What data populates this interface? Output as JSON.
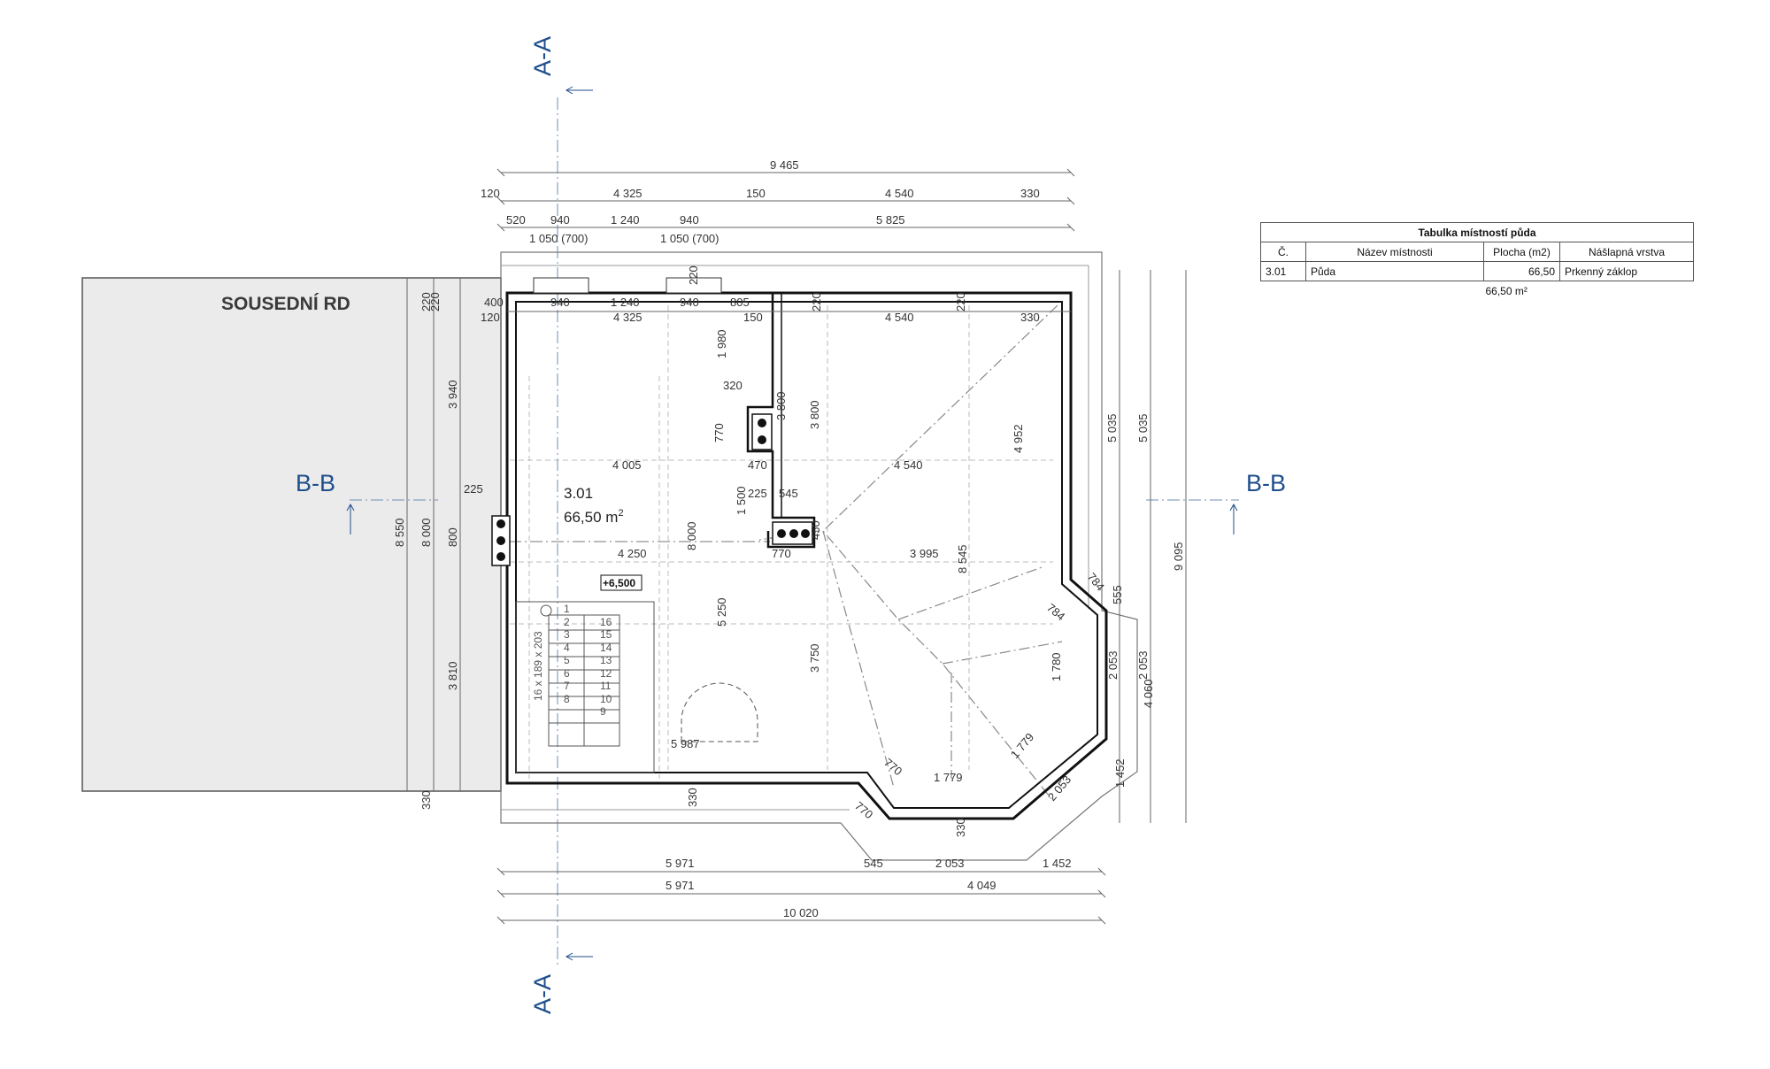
{
  "labels": {
    "section_aa": "A-A",
    "section_bb": "B-B",
    "neighbor": "SOUSEDNÍ RD",
    "room_number": "3.01",
    "room_area": "66,50 m",
    "room_area_sup": "2",
    "level": "+6,500",
    "stair_spec": "16 x 189 x 203"
  },
  "stairs": {
    "left_steps": [
      "1",
      "2",
      "3",
      "4",
      "5",
      "6",
      "7",
      "8"
    ],
    "right_steps": [
      "16",
      "15",
      "14",
      "13",
      "12",
      "11",
      "10",
      "9"
    ]
  },
  "dims": {
    "top_total": "9 465",
    "top2_a": "120",
    "top2_b": "4 325",
    "top2_c": "150",
    "top2_d": "4 540",
    "top2_e": "330",
    "top3_a": "520",
    "top3_b": "940",
    "top3_c": "1 240",
    "top3_d": "940",
    "top3_e": "5 825",
    "win_a": "1 050 (700)",
    "win_b": "1 050 (700)",
    "in1_a": "400",
    "in1_b": "940",
    "in1_c": "1 240",
    "in1_d": "940",
    "in1_e": "805",
    "in2_a": "120",
    "in2_b": "4 325",
    "in2_c": "150",
    "in2_d": "4 540",
    "in2_e": "330",
    "v220a": "220",
    "v220b": "220",
    "v220c": "220",
    "v220d": "220",
    "v1980": "1 980",
    "v320": "320",
    "v3800a": "3 800",
    "v3800b": "3 800",
    "v770": "770",
    "v4005": "4 005",
    "v470": "470",
    "v4540": "4 540",
    "v4952": "4 952",
    "v225a": "225",
    "v225b": "225",
    "v545": "545",
    "v1500": "1 500",
    "v450": "450",
    "v4250": "4 250",
    "v770b": "770",
    "v3995": "3 995",
    "v8545": "8 545",
    "v8000b": "8 000",
    "v5250": "5 250",
    "v3750": "3 750",
    "v5987": "5 987",
    "v784a": "784",
    "v784b": "784",
    "v555": "555",
    "v1780": "1 780",
    "v1779a": "1 779",
    "v1779b": "1 779",
    "v770c": "770",
    "v770d": "770",
    "v2053a": "2 053",
    "v2053b": "2 053",
    "v330a": "330",
    "v330b": "330",
    "left_3940": "3 940",
    "left_8550": "8 550",
    "left_8000": "8 000",
    "left_800": "800",
    "left_3810": "3 810",
    "left_330": "330",
    "left_220": "220",
    "right_5035a": "5 035",
    "right_5035b": "5 035",
    "right_9095": "9 095",
    "right_2053": "2 053",
    "right_4060": "4 060",
    "right_1452": "1 452",
    "bot1_a": "5 971",
    "bot1_b": "545",
    "bot1_c": "2 053",
    "bot1_d": "1 452",
    "bot2_a": "5 971",
    "bot2_b": "4 049",
    "bot3": "10 020"
  },
  "room_table": {
    "title": "Tabulka místností půda",
    "headers": [
      "Č.",
      "Název místnosti",
      "Plocha (m2)",
      "Nášlapná vrstva"
    ],
    "row": [
      "3.01",
      "Půda",
      "66,50",
      "Prkenný záklop"
    ],
    "total": "66,50 m²"
  }
}
